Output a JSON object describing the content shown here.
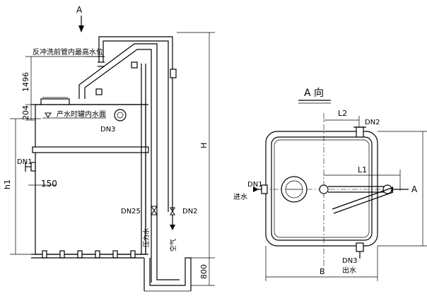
{
  "side_view": {
    "view_arrow_label": "A",
    "level_note_top": "反冲洗前管内最高水位",
    "dim_1496": "1496",
    "dim_204": "204",
    "level_note_tank": "产水时罐内水面",
    "label_dn3": "DN3",
    "label_dn1": "DN1",
    "dim_150": "150",
    "dim_h1": "h1",
    "dim_H": "H",
    "label_dn25": "DN25",
    "label_dn2": "DN2",
    "label_pressure_water": "压力水",
    "label_air": "空气",
    "dim_800": "800"
  },
  "top_view": {
    "title": "A 向",
    "dim_L2": "L2",
    "label_dn2": "DN2",
    "dim_L1": "L1",
    "label_dn1": "DN1",
    "label_inlet": "进水",
    "label_A": "A",
    "label_dn3": "DN3",
    "label_outlet": "出水",
    "dim_B": "B"
  }
}
